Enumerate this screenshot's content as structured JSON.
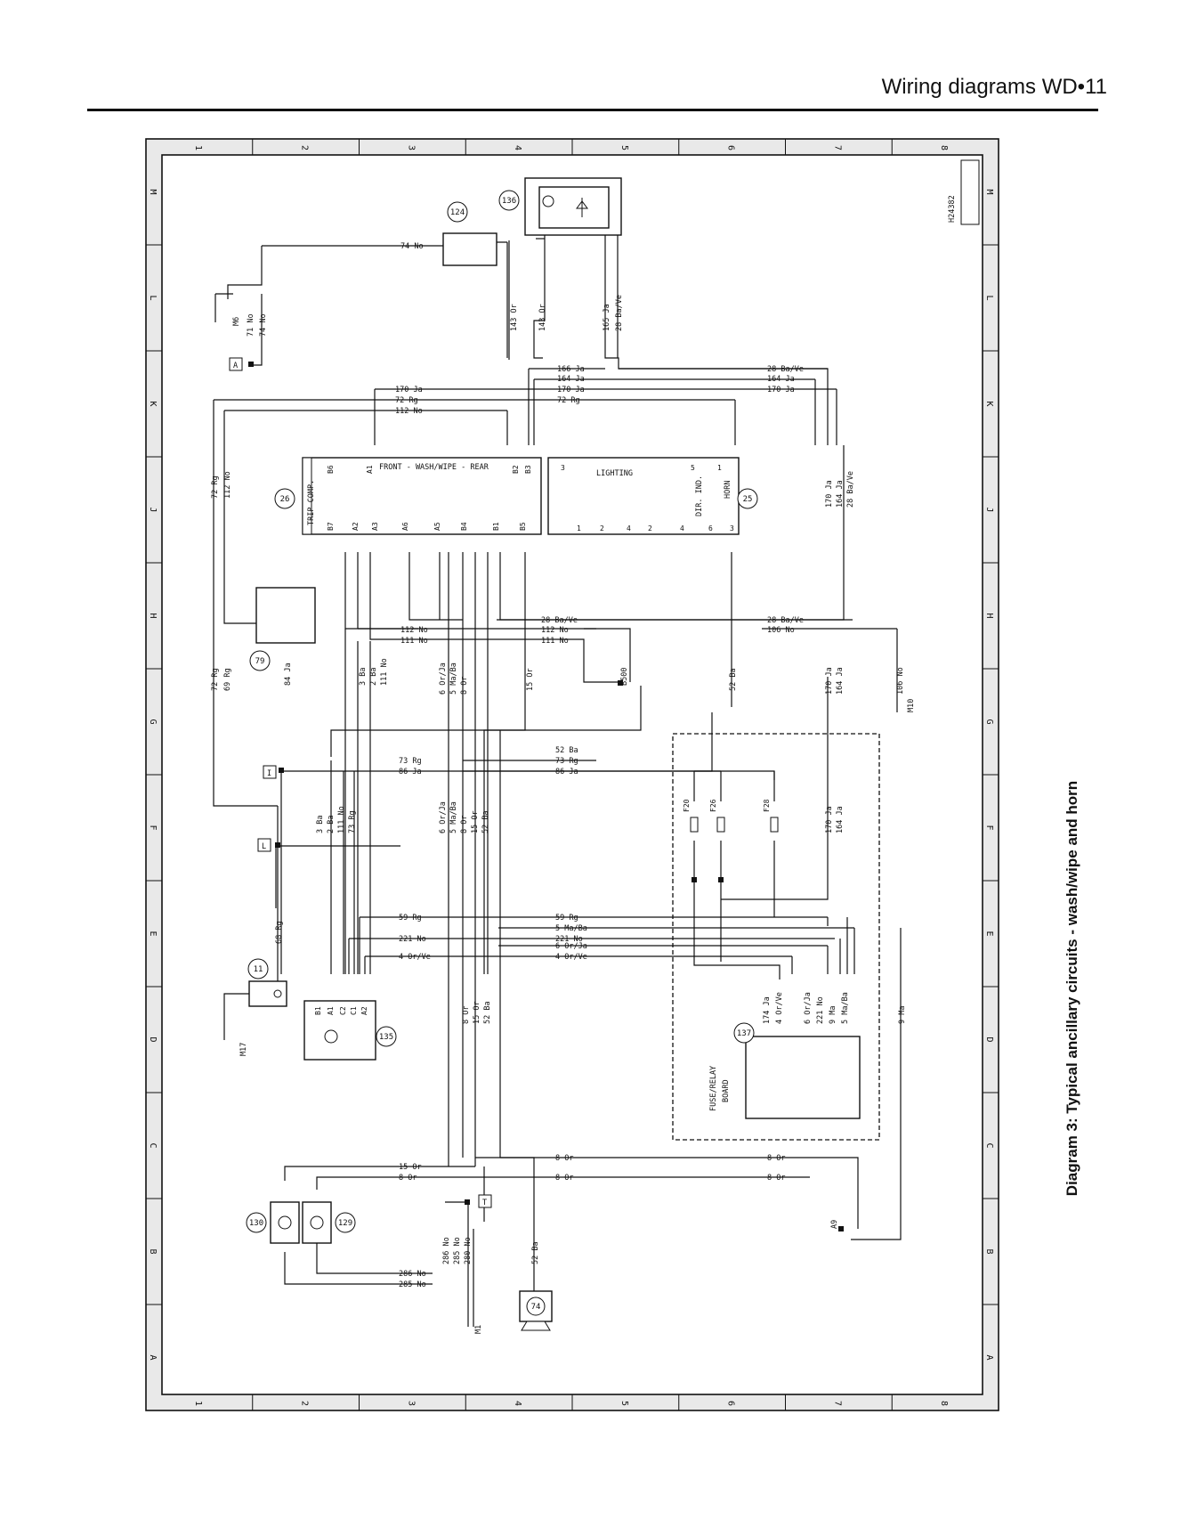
{
  "header": {
    "title": "Wiring diagrams  WD•11"
  },
  "caption": "Diagram 3: Typical ancillary circuits - wash/wipe and horn",
  "drawing_id": "H24382",
  "grid": {
    "columns": [
      "1",
      "2",
      "3",
      "4",
      "5",
      "6",
      "7",
      "8"
    ],
    "rows": [
      "M",
      "L",
      "K",
      "J",
      "H",
      "G",
      "F",
      "E",
      "D",
      "C",
      "B",
      "A"
    ]
  },
  "components": {
    "c124": "124",
    "c136": "136",
    "c26": "26",
    "c25": "25",
    "c79": "79",
    "c135": "135",
    "c137": "137",
    "c11": "11",
    "c130": "130",
    "c129": "129",
    "c74": "74"
  },
  "switch_block": {
    "front_wash_wipe_rear": "FRONT - WASH/WIPE - REAR",
    "trip_comp": "TRIP COMP.",
    "lighting": "LIGHTING",
    "dir_ind": "DIR. IND.",
    "horn": "HORN"
  },
  "fuse_board": {
    "label1": "FUSE/RELAY",
    "label2": "BOARD"
  },
  "fuses": [
    "F20",
    "F26",
    "F28"
  ],
  "connectors": {
    "A": "A",
    "I": "I",
    "L": "L",
    "T": "T",
    "M6": "M6",
    "M10": "M10",
    "M17": "M17",
    "M1": "M1",
    "A9": "A9",
    "B500": "B500"
  },
  "pin_labels": {
    "b6": "B6",
    "a1": "A1",
    "b2": "B2",
    "b3": "B3",
    "b7": "B7",
    "a2": "A2",
    "a3": "A3",
    "a6": "A6",
    "a5": "A5",
    "b4": "B4",
    "b1": "B1",
    "b5": "B5",
    "p3": "3",
    "p5": "5",
    "p1": "1",
    "p2": "2",
    "p4": "4",
    "p6": "6",
    "c1": "C1",
    "c2": "C2"
  },
  "wires": {
    "w74no": "74 No",
    "w71no": "71 No",
    "w143or": "143 Or",
    "w165ja": "165 Ja",
    "w28bave": "28 Ba/Ve",
    "w166ja": "166 Ja",
    "w164ja": "164 Ja",
    "w170ja": "170 Ja",
    "w72rg": "72 Rg",
    "w112no": "112 No",
    "w111no": "111 No",
    "w106no": "106 No",
    "w84ja": "84 Ja",
    "w69rg": "69 Rg",
    "w3ba": "3 Ba",
    "w2ba": "2 Ba",
    "w6orja": "6 Or/Ja",
    "w5maba": "5 Ma/Ba",
    "w8or": "8 Or",
    "w15or": "15 Or",
    "w52ba": "52 Ba",
    "w73rg": "73 Rg",
    "w86ja": "86 Ja",
    "w59rg": "59 Rg",
    "w221no": "221 No",
    "w4orve": "4 Or/Ve",
    "w68rg": "68 Rg",
    "w174ja": "174 Ja",
    "w9ma": "9 Ma",
    "w286no": "286 No",
    "w285no": "285 No",
    "w280no": "280 No"
  }
}
